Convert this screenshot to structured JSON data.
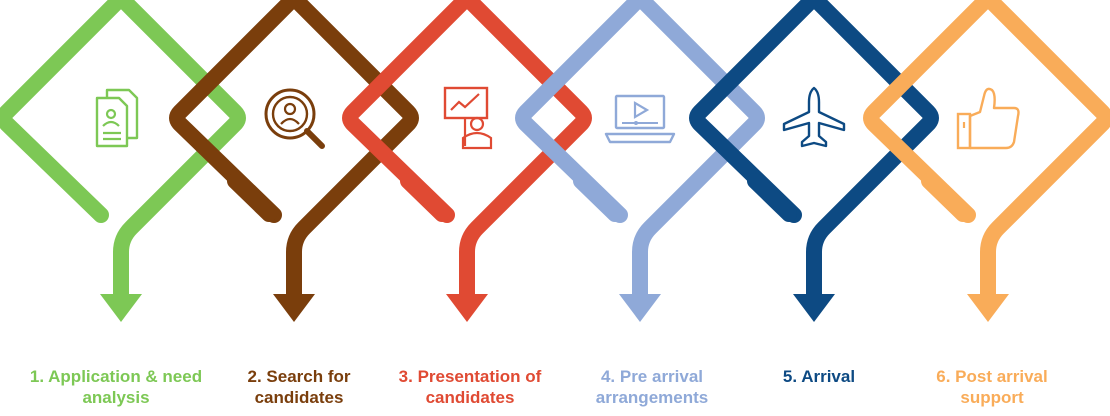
{
  "steps": [
    {
      "label": "1. Application & need\nanalysis",
      "color": "#7dc855",
      "icon": "documents-icon"
    },
    {
      "label": "2. Search for\ncandidates",
      "color": "#7a3e0c",
      "icon": "search-person-icon"
    },
    {
      "label": "3. Presentation of\ncandidates",
      "color": "#e04a33",
      "icon": "presentation-icon"
    },
    {
      "label": "4. Pre arrival\narrangements",
      "color": "#8fa9d8",
      "icon": "laptop-video-icon"
    },
    {
      "label": "5. Arrival",
      "color": "#0d4a83",
      "icon": "airplane-icon"
    },
    {
      "label": "6. Post arrival\nsupport",
      "color": "#f9ac59",
      "icon": "thumbs-up-icon"
    }
  ]
}
